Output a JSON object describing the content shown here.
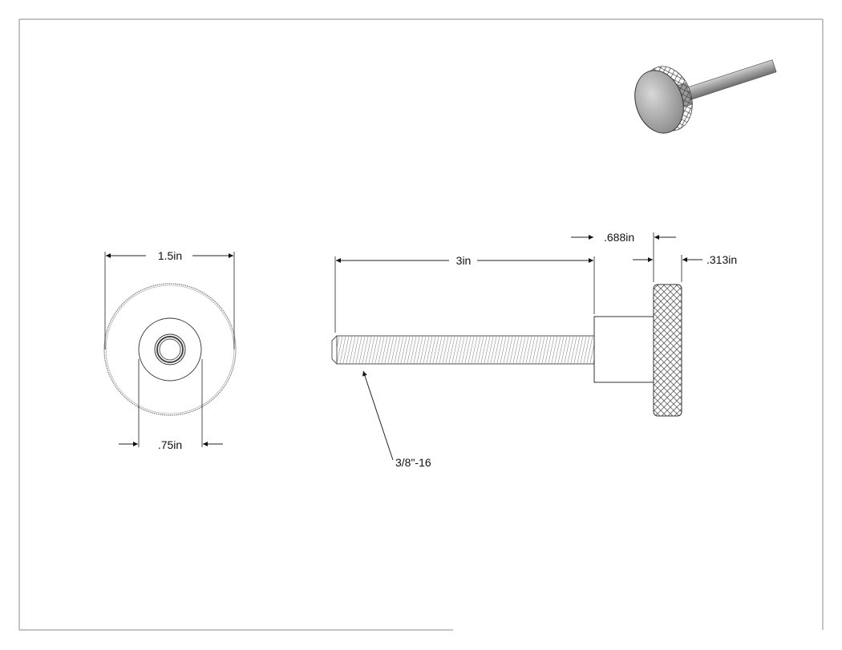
{
  "drawing": {
    "front_view": {
      "diameter_label": "1.5in",
      "hole_label": ".75in"
    },
    "side_view": {
      "length_label": "3in",
      "shoulder_label": ".688in",
      "head_label": ".313in",
      "thread_callout": "3/8\"-16"
    }
  }
}
